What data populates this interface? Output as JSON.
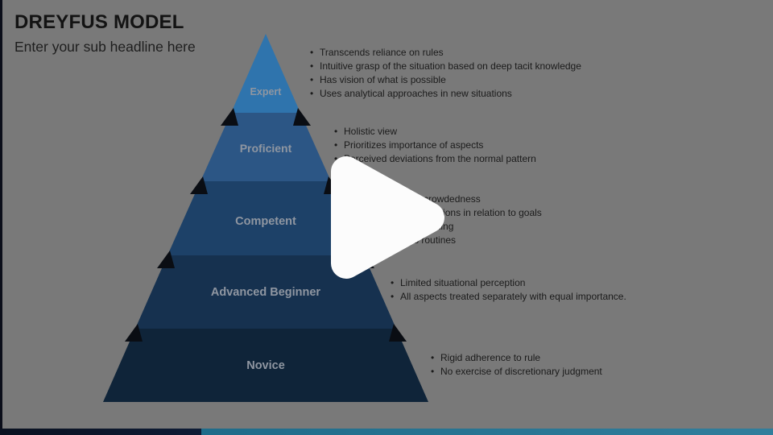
{
  "slide": {
    "title": "DREYFUS MODEL",
    "subtitle": "Enter your sub headline here"
  },
  "pyramid": {
    "levels": [
      {
        "label": "Expert",
        "color": "#2f74ad",
        "bullets": [
          "Transcends reliance on rules",
          "Intuitive grasp of the situation based on deep tacit knowledge",
          "Has vision of what is possible",
          "Uses analytical approaches in new situations"
        ]
      },
      {
        "label": "Proficient",
        "color": "#2c5685",
        "bullets": [
          "Holistic view",
          "Prioritizes importance of aspects",
          "Perceived deviations from the normal pattern"
        ]
      },
      {
        "label": "Competent",
        "color": "#1d4168",
        "bullets": [
          "Coping with crowdedness",
          "Perception of actions in relation to goals",
          "Deliberate planning",
          "Formulates routines"
        ]
      },
      {
        "label": "Advanced Beginner",
        "color": "#16314f",
        "bullets": [
          "Limited situational perception",
          "All aspects treated separately with equal importance."
        ]
      },
      {
        "label": "Novice",
        "color": "#0f2439",
        "bullets": [
          "Rigid adherence to rule",
          "No exercise of discretionary judgment"
        ]
      }
    ]
  },
  "player": {
    "state": "paused",
    "play_icon_color": "#fcfcfc",
    "footer_left_color": "#0e1c36",
    "footer_right_color": "#2a7592"
  },
  "background_color": "#797979"
}
